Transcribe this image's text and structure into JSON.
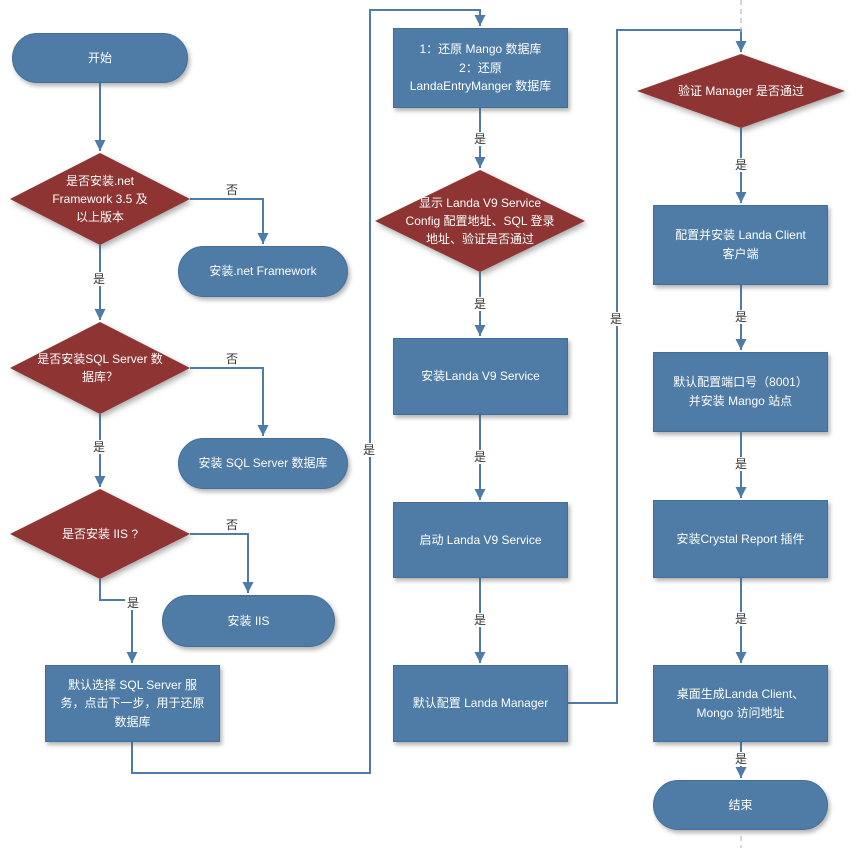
{
  "colors": {
    "process_fill": "#4E7CA6",
    "decision_fill": "#8E3433",
    "connector": "#4E7CA6",
    "node_text": "#FFFFFF",
    "edge_label_text": "#333333",
    "background": "#FFFFFF"
  },
  "edge_labels": {
    "yes": "是",
    "no": "否"
  },
  "nodes": {
    "start": {
      "type": "terminator",
      "label": "开始"
    },
    "check_net": {
      "type": "decision",
      "label": "是否安装.net\nFramework 3.5 及\n以上版本"
    },
    "install_net": {
      "type": "process",
      "label": "安装.net Framework"
    },
    "check_sql": {
      "type": "decision",
      "label": "是否安装SQL Server 数\n据库？"
    },
    "install_sql": {
      "type": "process",
      "label": "安装 SQL Server 数据库"
    },
    "check_iis": {
      "type": "decision",
      "label": "是否安装 IIS ?"
    },
    "install_iis": {
      "type": "process",
      "label": "安装 IIS"
    },
    "select_sql_service": {
      "type": "process",
      "label": "默认选择 SQL Server 服\n务，点击下一步，用于还原\n数据库"
    },
    "restore_db": {
      "type": "process",
      "label": "1：还原 Mango 数据库\n2：还原\nLandaEntryManger 数据库"
    },
    "show_config": {
      "type": "decision",
      "label": "显示 Landa V9 Service\nConfig 配置地址、SQL 登录\n地址、验证是否通过"
    },
    "install_service": {
      "type": "process",
      "label": "安装Landa V9 Service"
    },
    "start_service": {
      "type": "process",
      "label": "启动 Landa V9 Service"
    },
    "config_manager": {
      "type": "process",
      "label": "默认配置 Landa Manager"
    },
    "verify_manager": {
      "type": "decision",
      "label": "验证 Manager 是否通过"
    },
    "install_client": {
      "type": "process",
      "label": "配置并安装 Landa Client\n客户端"
    },
    "config_port": {
      "type": "process",
      "label": "默认配置端口号（8001）\n并安装 Mango 站点"
    },
    "install_crystal": {
      "type": "process",
      "label": "安装Crystal Report 插件"
    },
    "desktop_shortcut": {
      "type": "process",
      "label": "桌面生成Landa Client、\nMongo 访问地址"
    },
    "end": {
      "type": "terminator",
      "label": "结束"
    }
  },
  "edges": [
    {
      "from": "start",
      "to": "check_net",
      "label": ""
    },
    {
      "from": "check_net",
      "to": "install_net",
      "label": "否"
    },
    {
      "from": "check_net",
      "to": "check_sql",
      "label": "是"
    },
    {
      "from": "check_sql",
      "to": "install_sql",
      "label": "否"
    },
    {
      "from": "check_sql",
      "to": "check_iis",
      "label": "是"
    },
    {
      "from": "check_iis",
      "to": "install_iis",
      "label": "否"
    },
    {
      "from": "check_iis",
      "to": "select_sql_service",
      "label": "是"
    },
    {
      "from": "select_sql_service",
      "to": "restore_db",
      "label": "是"
    },
    {
      "from": "restore_db",
      "to": "show_config",
      "label": "是"
    },
    {
      "from": "show_config",
      "to": "install_service",
      "label": "是"
    },
    {
      "from": "install_service",
      "to": "start_service",
      "label": "是"
    },
    {
      "from": "start_service",
      "to": "config_manager",
      "label": "是"
    },
    {
      "from": "config_manager",
      "to": "verify_manager",
      "label": "是"
    },
    {
      "from": "verify_manager",
      "to": "install_client",
      "label": "是"
    },
    {
      "from": "install_client",
      "to": "config_port",
      "label": "是"
    },
    {
      "from": "config_port",
      "to": "install_crystal",
      "label": "是"
    },
    {
      "from": "install_crystal",
      "to": "desktop_shortcut",
      "label": "是"
    },
    {
      "from": "desktop_shortcut",
      "to": "end",
      "label": "是"
    }
  ]
}
